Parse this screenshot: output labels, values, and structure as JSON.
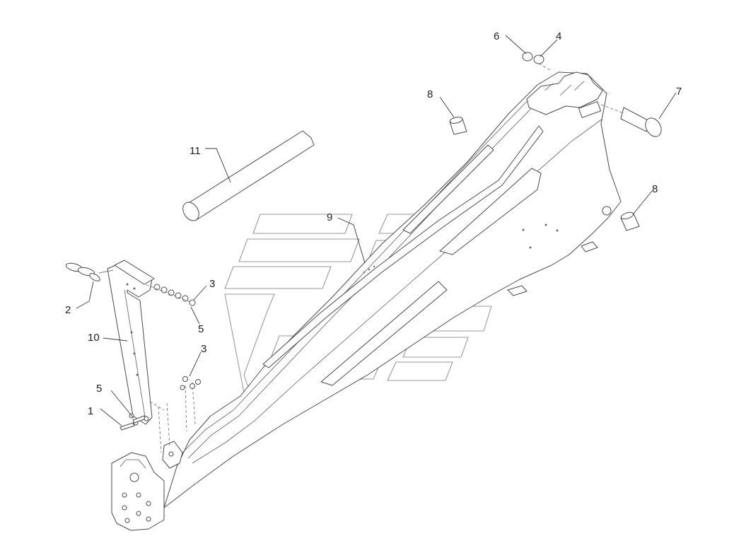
{
  "diagram": {
    "callouts": [
      {
        "id": "c1",
        "label": "1"
      },
      {
        "id": "c2",
        "label": "2"
      },
      {
        "id": "c3a",
        "label": "3"
      },
      {
        "id": "c3b",
        "label": "3"
      },
      {
        "id": "c4",
        "label": "4"
      },
      {
        "id": "c5a",
        "label": "5"
      },
      {
        "id": "c5b",
        "label": "5"
      },
      {
        "id": "c6",
        "label": "6"
      },
      {
        "id": "c7",
        "label": "7"
      },
      {
        "id": "c8a",
        "label": "8"
      },
      {
        "id": "c8b",
        "label": "8"
      },
      {
        "id": "c9",
        "label": "9"
      },
      {
        "id": "c10",
        "label": "10"
      },
      {
        "id": "c11",
        "label": "11"
      }
    ],
    "colors": {
      "line": "#4a4a4a",
      "watermark": "#9a9a9a",
      "background": "#ffffff"
    }
  }
}
